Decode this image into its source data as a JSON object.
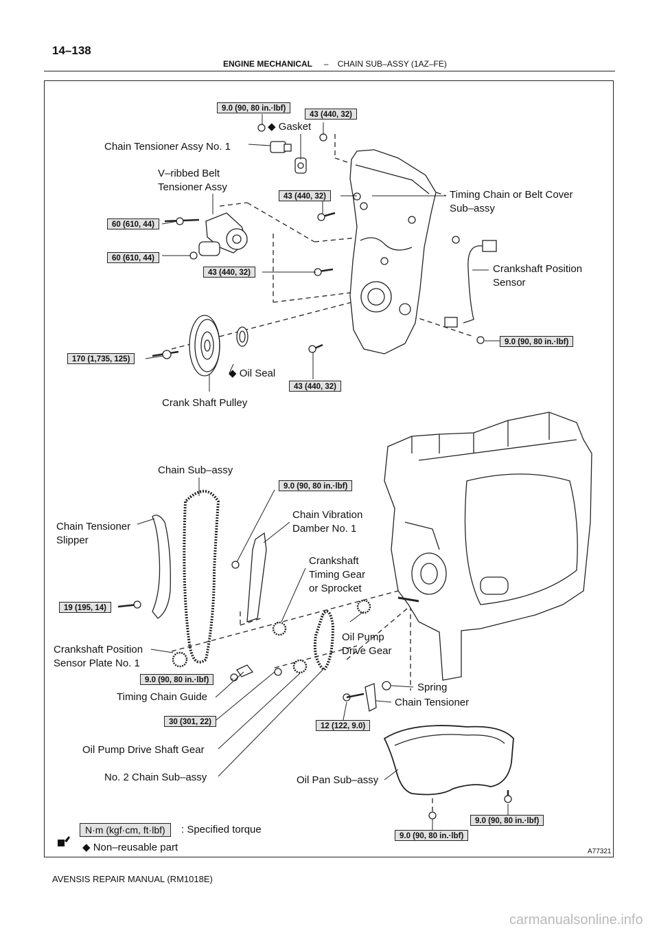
{
  "header": {
    "page_number": "14–138",
    "section": "ENGINE MECHANICAL",
    "separator": "–",
    "subsection": "CHAIN SUB–ASSY (1AZ–FE)"
  },
  "footer": {
    "manual": "AVENSIS REPAIR MANUAL   (RM1018E)"
  },
  "watermark": "carmanualsonline.info",
  "figure_id": "A77321",
  "labels": {
    "gasket": "◆ Gasket",
    "chain_tensioner_assy_no1": "Chain Tensioner Assy No. 1",
    "v_ribbed_belt_l1": "V–ribbed Belt",
    "v_ribbed_belt_l2": "Tensioner Assy",
    "timing_cover_l1": "Timing Chain or Belt Cover",
    "timing_cover_l2": "Sub–assy",
    "crank_pos_sensor_l1": "Crankshaft Position",
    "crank_pos_sensor_l2": "Sensor",
    "oil_seal": "◆ Oil Seal",
    "crank_shaft_pulley": "Crank Shaft Pulley",
    "chain_sub_assy": "Chain Sub–assy",
    "chain_tensioner_slipper_l1": "Chain Tensioner",
    "chain_tensioner_slipper_l2": "Slipper",
    "chain_vibration_damber_l1": "Chain Vibration",
    "chain_vibration_damber_l2": "Damber No. 1",
    "crankshaft_timing_gear_l1": "Crankshaft",
    "crankshaft_timing_gear_l2": "Timing Gear",
    "crankshaft_timing_gear_l3": "or Sprocket",
    "oil_pump_drive_gear_l1": "Oil Pump",
    "oil_pump_drive_gear_l2": "Drive Gear",
    "crank_pos_sensor_plate_l1": "Crankshaft Position",
    "crank_pos_sensor_plate_l2": "Sensor Plate No. 1",
    "spring": "Spring",
    "chain_tensioner": "Chain Tensioner",
    "timing_chain_guide": "Timing Chain Guide",
    "oil_pump_drive_shaft_gear": "Oil Pump Drive Shaft Gear",
    "no2_chain_sub_assy": "No. 2 Chain Sub–assy",
    "oil_pan_sub_assy": "Oil Pan Sub–assy"
  },
  "torques": {
    "t_tensioner_top": "9.0 (90, 80 in.·lbf)",
    "t_cover_top": "43 (440, 32)",
    "t_cover_upper": "43 (440, 32)",
    "t_belt_tens_1": "60 (610, 44)",
    "t_belt_tens_2": "60 (610, 44)",
    "t_cover_mid": "43 (440, 32)",
    "t_sensor": "9.0 (90, 80 in.·lbf)",
    "t_pulley": "170 (1,735, 125)",
    "t_cover_low": "43 (440, 32)",
    "t_damber": "9.0 (90, 80 in.·lbf)",
    "t_slipper": "19 (195, 14)",
    "t_guide": "9.0 (90, 80 in.·lbf)",
    "t_shaft_gear": "30 (301, 22)",
    "t_chain_tensioner": "12 (122, 9.0)",
    "t_pan_right": "9.0 (90, 80 in.·lbf)",
    "t_pan_left": "9.0 (90, 80 in.·lbf)"
  },
  "legend": {
    "torque_unit": "N·m (kgf·cm, ft·lbf)",
    "torque_text": ": Specified torque",
    "nonreusable": "◆ Non–reusable part"
  }
}
